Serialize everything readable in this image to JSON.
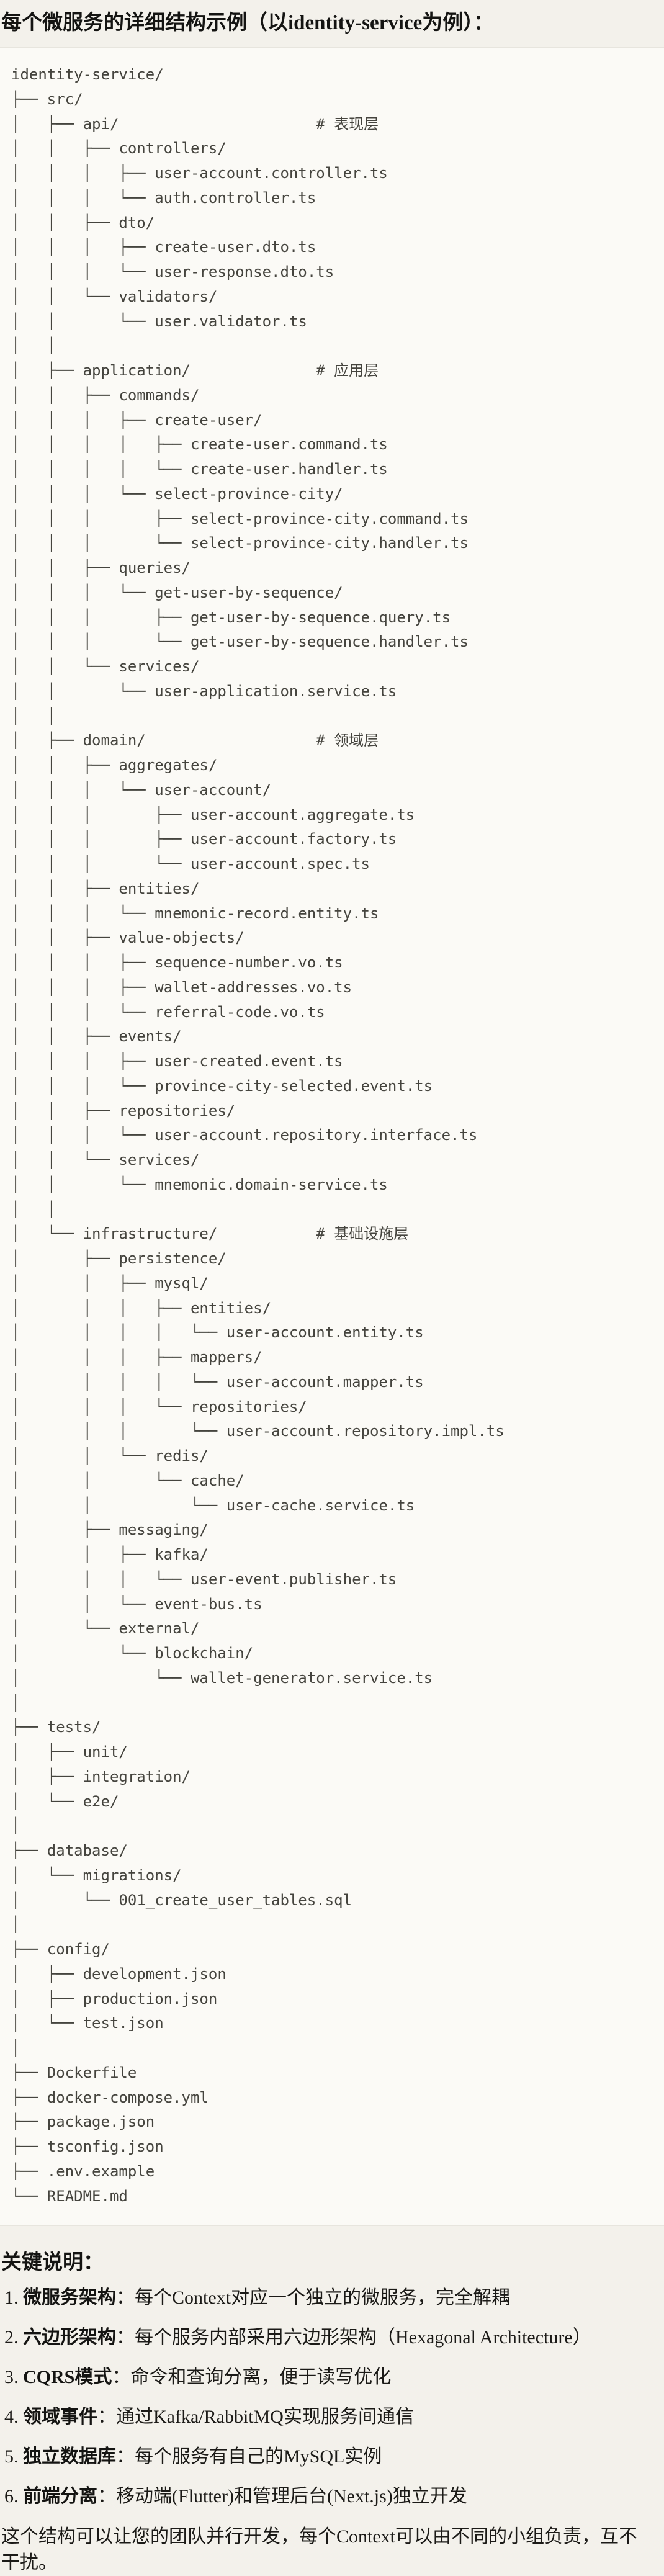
{
  "page": {
    "title": "每个微服务的详细结构示例（以identity-service为例）："
  },
  "code": {
    "language": "plaintext-tree",
    "tree": "identity-service/\n├── src/\n│   ├── api/                      # 表现层\n│   │   ├── controllers/\n│   │   │   ├── user-account.controller.ts\n│   │   │   └── auth.controller.ts\n│   │   ├── dto/\n│   │   │   ├── create-user.dto.ts\n│   │   │   └── user-response.dto.ts\n│   │   └── validators/\n│   │       └── user.validator.ts\n│   │\n│   ├── application/              # 应用层\n│   │   ├── commands/\n│   │   │   ├── create-user/\n│   │   │   │   ├── create-user.command.ts\n│   │   │   │   └── create-user.handler.ts\n│   │   │   └── select-province-city/\n│   │   │       ├── select-province-city.command.ts\n│   │   │       └── select-province-city.handler.ts\n│   │   ├── queries/\n│   │   │   └── get-user-by-sequence/\n│   │   │       ├── get-user-by-sequence.query.ts\n│   │   │       └── get-user-by-sequence.handler.ts\n│   │   └── services/\n│   │       └── user-application.service.ts\n│   │\n│   ├── domain/                   # 领域层\n│   │   ├── aggregates/\n│   │   │   └── user-account/\n│   │   │       ├── user-account.aggregate.ts\n│   │   │       ├── user-account.factory.ts\n│   │   │       └── user-account.spec.ts\n│   │   ├── entities/\n│   │   │   └── mnemonic-record.entity.ts\n│   │   ├── value-objects/\n│   │   │   ├── sequence-number.vo.ts\n│   │   │   ├── wallet-addresses.vo.ts\n│   │   │   └── referral-code.vo.ts\n│   │   ├── events/\n│   │   │   ├── user-created.event.ts\n│   │   │   └── province-city-selected.event.ts\n│   │   ├── repositories/\n│   │   │   └── user-account.repository.interface.ts\n│   │   └── services/\n│   │       └── mnemonic.domain-service.ts\n│   │\n│   └── infrastructure/           # 基础设施层\n│       ├── persistence/\n│       │   ├── mysql/\n│       │   │   ├── entities/\n│       │   │   │   └── user-account.entity.ts\n│       │   │   ├── mappers/\n│       │   │   │   └── user-account.mapper.ts\n│       │   │   └── repositories/\n│       │   │       └── user-account.repository.impl.ts\n│       │   └── redis/\n│       │       └── cache/\n│       │           └── user-cache.service.ts\n│       ├── messaging/\n│       │   ├── kafka/\n│       │   │   └── user-event.publisher.ts\n│       │   └── event-bus.ts\n│       └── external/\n│           └── blockchain/\n│               └── wallet-generator.service.ts\n│\n├── tests/\n│   ├── unit/\n│   ├── integration/\n│   └── e2e/\n│\n├── database/\n│   └── migrations/\n│       └── 001_create_user_tables.sql\n│\n├── config/\n│   ├── development.json\n│   ├── production.json\n│   └── test.json\n│\n├── Dockerfile\n├── docker-compose.yml\n├── package.json\n├── tsconfig.json\n├── .env.example\n└── README.md"
  },
  "notes": {
    "heading": "关键说明：",
    "items": [
      {
        "num": "1. ",
        "term": "微服务架构",
        "rest": "：每个Context对应一个独立的微服务，完全解耦"
      },
      {
        "num": "2. ",
        "term": "六边形架构",
        "rest": "：每个服务内部采用六边形架构（Hexagonal Architecture）"
      },
      {
        "num": "3. ",
        "term": "CQRS模式",
        "rest": "：命令和查询分离，便于读写优化"
      },
      {
        "num": "4. ",
        "term": "领域事件",
        "rest": "：通过Kafka/RabbitMQ实现服务间通信"
      },
      {
        "num": "5. ",
        "term": "独立数据库",
        "rest": "：每个服务有自己的MySQL实例"
      },
      {
        "num": "6. ",
        "term": "前端分离",
        "rest": "：移动端(Flutter)和管理后台(Next.js)独立开发"
      }
    ],
    "footer": "这个结构可以让您的团队并行开发，每个Context可以由不同的小组负责，互不干扰。"
  }
}
